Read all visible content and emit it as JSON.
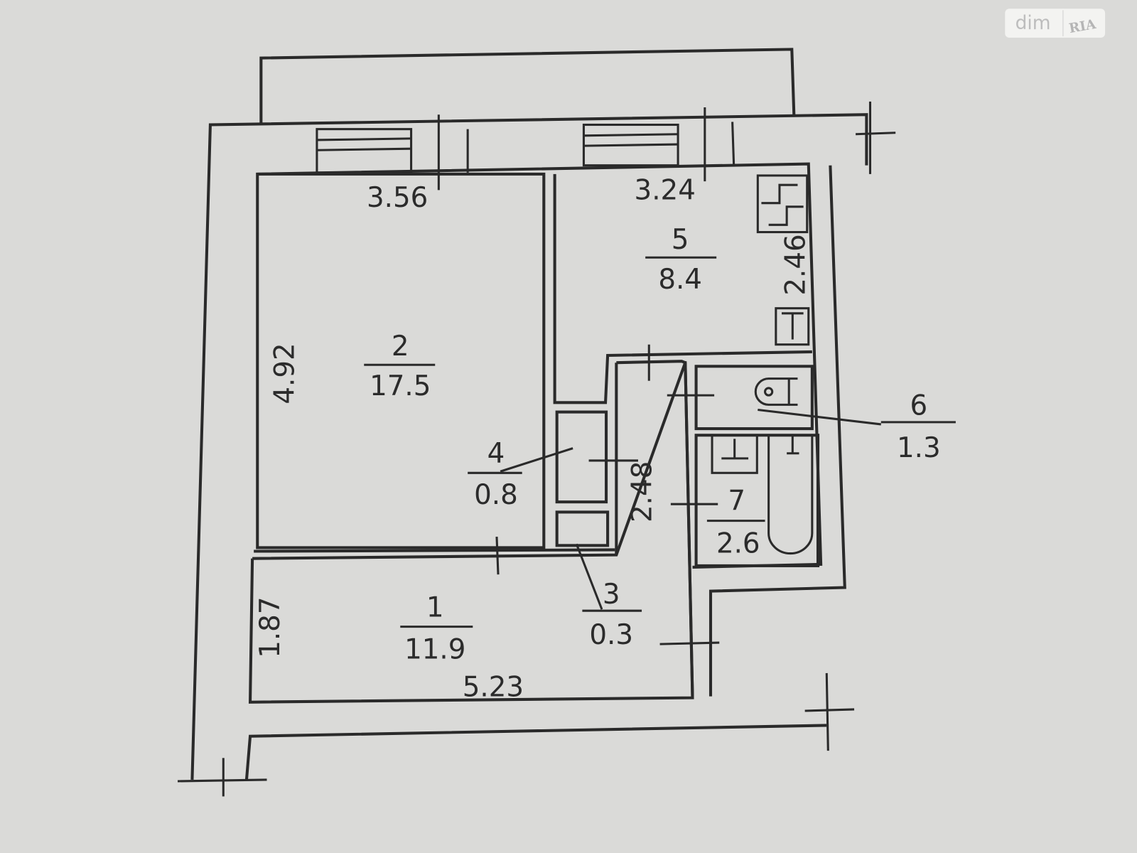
{
  "watermark": {
    "brand": "dim",
    "brand_suffix": "RIA"
  },
  "rooms": [
    {
      "number": "1",
      "area": "11.9"
    },
    {
      "number": "2",
      "area": "17.5"
    },
    {
      "number": "3",
      "area": "0.3"
    },
    {
      "number": "4",
      "area": "0.8"
    },
    {
      "number": "5",
      "area": "8.4"
    },
    {
      "number": "6",
      "area": "1.3"
    },
    {
      "number": "7",
      "area": "2.6"
    }
  ],
  "dimensions": {
    "room2_width": "3.56",
    "room2_length": "4.92",
    "room5_width": "3.24",
    "room5_length": "2.46",
    "corridor_length": "2.48",
    "room1_width": "5.23",
    "room1_length": "1.87"
  }
}
